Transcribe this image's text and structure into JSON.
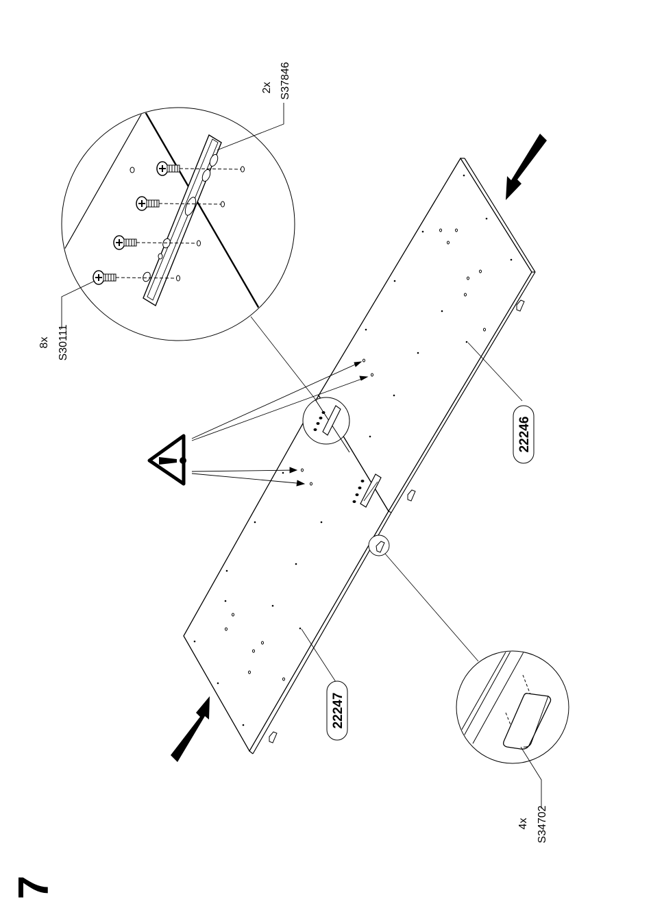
{
  "step": {
    "number": "7"
  },
  "parts": {
    "bracket": {
      "qty": "2x",
      "code": "S37846"
    },
    "screw": {
      "qty": "8x",
      "code": "S30111"
    },
    "glider": {
      "qty": "4x",
      "code": "S34702"
    }
  },
  "panels": {
    "right": {
      "code": "22246"
    },
    "left": {
      "code": "22247"
    }
  },
  "icons": {
    "warning": "warning-triangle-icon",
    "arrow": "push-arrow-icon"
  },
  "colors": {
    "ink": "#000000",
    "paper": "#ffffff"
  }
}
